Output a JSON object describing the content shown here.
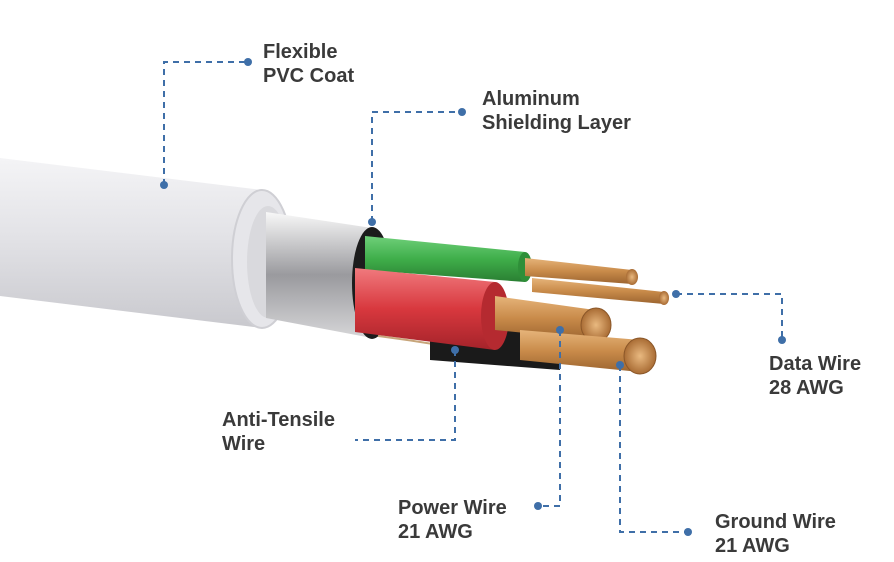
{
  "labels": {
    "pvc_coat": [
      "Flexible",
      "PVC Coat"
    ],
    "aluminum_shield": [
      "Aluminum",
      "Shielding Layer"
    ],
    "data_wire": [
      "Data Wire",
      "28 AWG"
    ],
    "anti_tensile": [
      "Anti-Tensile",
      "Wire"
    ],
    "power_wire": [
      "Power Wire",
      "21 AWG"
    ],
    "ground_wire": [
      "Ground Wire",
      "21 AWG"
    ]
  },
  "colors": {
    "leader_line": "#3f6fa8",
    "label_text": "#3a3a3a",
    "jacket": "#e9e9ec",
    "green_insulation": "#3fae4a",
    "red_insulation": "#d8383e",
    "copper": "#c98b4a"
  }
}
